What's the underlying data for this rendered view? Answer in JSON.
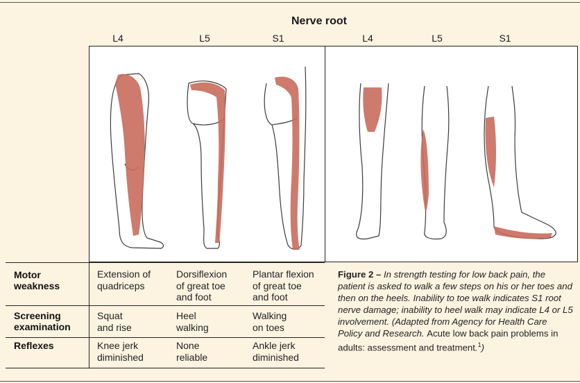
{
  "title": "Nerve root",
  "columns_left": [
    "L4",
    "L5",
    "S1"
  ],
  "columns_right": [
    "L4",
    "L5",
    "S1"
  ],
  "rows": [
    {
      "head": "Motor\nweakness",
      "cells": [
        "Extension of\nquadriceps",
        "Dorsiflexion\nof great toe\nand foot",
        "Plantar flexion\nof great toe\nand foot"
      ]
    },
    {
      "head": "Screening\nexamination",
      "cells": [
        "Squat\nand rise",
        "Heel\nwalking",
        "Walking\non toes"
      ]
    },
    {
      "head": "Reflexes",
      "cells": [
        "Knee jerk\ndiminished",
        "None\nreliable",
        "Ankle jerk\ndiminished"
      ]
    }
  ],
  "caption": {
    "label": "Figure 2 – ",
    "italic1": "In strength testing for low back pain, the patient is asked to walk a few steps on his or her toes and then on the heels. Inability to toe walk indicates S1 root nerve damage; inability to heel walk may indicate L4 or L5 involvement. (Adapted from Agency for Health Care Policy and Research. ",
    "normal": "Acute low back pain problems in adults: assessment and treatment",
    "italic2": ".",
    "ref": "1",
    "end": ")"
  },
  "colors": {
    "background": "#fdf3e1",
    "dermatome": "#c96b5c",
    "outline": "#3a3a3a"
  }
}
